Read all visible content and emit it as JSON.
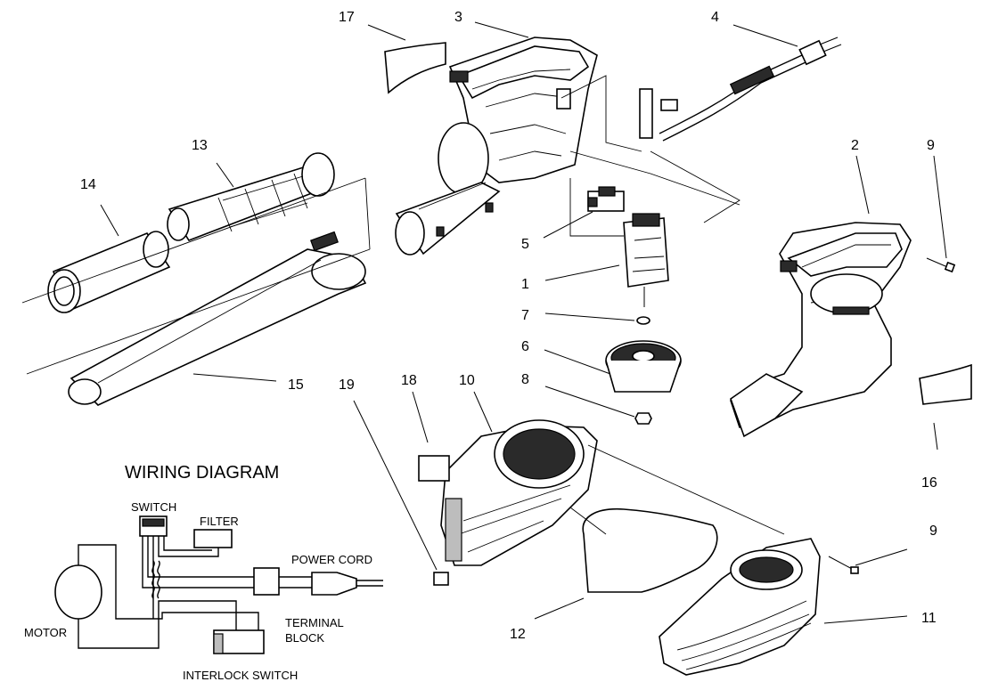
{
  "callouts": {
    "p1": "1",
    "p2": "2",
    "p3": "3",
    "p4": "4",
    "p5": "5",
    "p6": "6",
    "p7": "7",
    "p8": "8",
    "p9a": "9",
    "p9b": "9",
    "p10": "10",
    "p11": "11",
    "p12": "12",
    "p13": "13",
    "p14": "14",
    "p15": "15",
    "p16": "16",
    "p17": "17",
    "p18": "18",
    "p19": "19"
  },
  "wiring": {
    "title": "WIRING DIAGRAM",
    "switch": "SWITCH",
    "filter": "FILTER",
    "power_cord": "POWER CORD",
    "motor": "MOTOR",
    "terminal_line1": "TERMINAL",
    "terminal_line2": "BLOCK",
    "interlock": "INTERLOCK SWITCH"
  }
}
